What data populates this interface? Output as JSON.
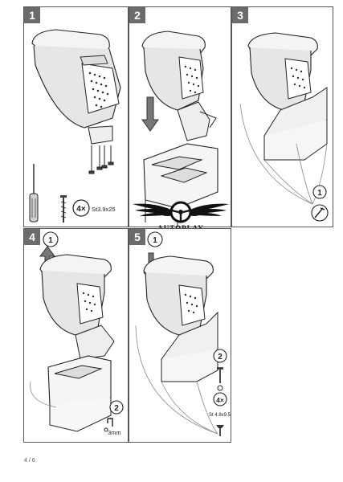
{
  "steps": [
    {
      "number": "1"
    },
    {
      "number": "2"
    },
    {
      "number": "3"
    },
    {
      "number": "4"
    },
    {
      "number": "5"
    }
  ],
  "step1": {
    "qty_label": "4×",
    "screw_label": "St3.9x25"
  },
  "step3": {
    "callout_1": "1"
  },
  "step4": {
    "callout_1": "1",
    "callout_2": "2",
    "allen_label": "3mm"
  },
  "step5": {
    "callout_1": "1",
    "callout_2": "2",
    "qty_label": "4×",
    "screw_label": "St 4.8x9.5"
  },
  "logo": {
    "text": "AUTOPLAY"
  },
  "footer": {
    "page": "4 / 6"
  }
}
